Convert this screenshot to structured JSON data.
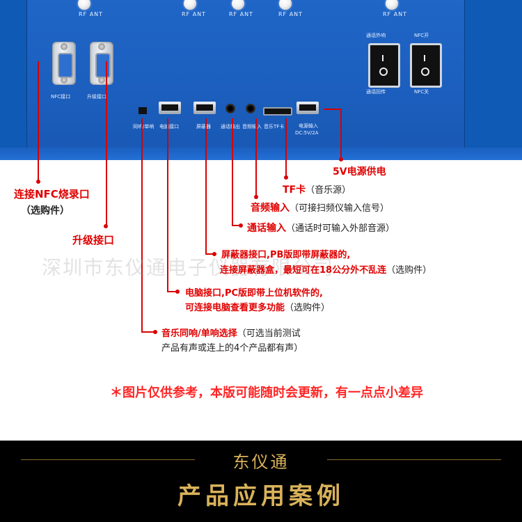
{
  "panel": {
    "rf_label": "RF ANT",
    "ports": {
      "nfc_port": "NFC接口",
      "upgrade_port": "升级接口",
      "sync_single": "同响/单响",
      "computer_port": "电脑接口",
      "shield_port": "屏蔽器",
      "call_out": "通话输出",
      "audio_in": "音频输入",
      "music_tf": "音乐TF卡",
      "power_in": "电源输入",
      "power_spec": "DC:5V/2A"
    },
    "switches": {
      "left_top": "通话外响",
      "left_bottom": "通话回传",
      "right_top": "NFC开",
      "right_bottom": "NFC关"
    }
  },
  "annotations": {
    "power": "5V电源供电",
    "tf_card": "TF卡",
    "tf_card_note": "（音乐源）",
    "audio_input": "音频输入",
    "audio_input_note": "（可接扫频仪输入信号）",
    "call_input": "通话输入",
    "call_input_note": "（通话时可输入外部音源）",
    "shield_line1": "屏蔽器接口,PB版即带屏蔽器的,",
    "shield_line2": "连接屏蔽器盒，最短可在18公分外不乱连",
    "shield_note": "（选购件）",
    "computer_line1": "电脑接口,PC版即带上位机软件的,",
    "computer_line2": "可连接电脑查看更多功能",
    "computer_note": "（选购件）",
    "music_sync": "音乐同响/单响选择",
    "music_sync_note": "（可选当前测试",
    "music_sync_line2": "产品有声或连上的4个产品都有声）",
    "nfc_burn": "连接NFC烧录口",
    "nfc_burn_note": "（选购件）",
    "upgrade": "升级接口"
  },
  "watermark": "深圳市东仪通电子仪器有限公司",
  "note": "＊图片仅供参考，本版可能随时会更新，有一点点小差异",
  "banner": {
    "brand": "东仪通",
    "title": "产品应用案例"
  },
  "colors": {
    "panel_blue": "#1c5fbe",
    "annotation_red": "#e00000",
    "banner_gold": "#d9b25a"
  }
}
